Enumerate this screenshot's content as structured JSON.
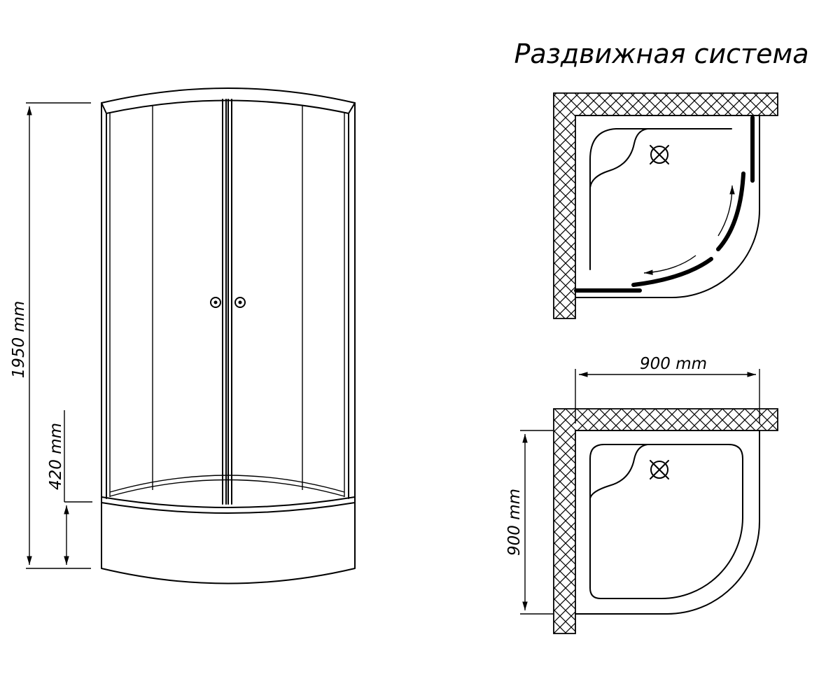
{
  "title": "Раздвижная система",
  "dimensions": {
    "height": "1950 mm",
    "tray_height": "420 mm",
    "width": "900 mm",
    "depth": "900 mm"
  },
  "colors": {
    "line": "#000000",
    "background": "#ffffff"
  }
}
